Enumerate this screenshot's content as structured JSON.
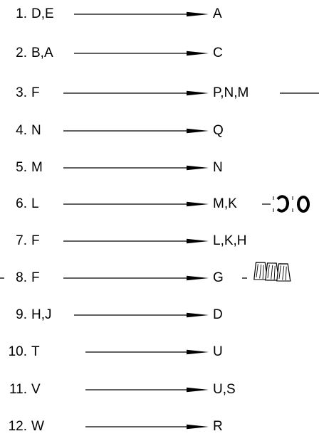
{
  "steps": [
    {
      "number": "1.",
      "inputs": "D,E",
      "outputs": "A"
    },
    {
      "number": "2.",
      "inputs": "B,A",
      "outputs": "C"
    },
    {
      "number": "3.",
      "inputs": "F",
      "outputs": "P,N,M"
    },
    {
      "number": "4.",
      "inputs": "N",
      "outputs": "Q"
    },
    {
      "number": "5.",
      "inputs": "M",
      "outputs": "N"
    },
    {
      "number": "6.",
      "inputs": "L",
      "outputs": "M,K"
    },
    {
      "number": "7.",
      "inputs": "F",
      "outputs": "L,K,H"
    },
    {
      "number": "8.",
      "inputs": "F",
      "outputs": "G"
    },
    {
      "number": "9.",
      "inputs": "H,J",
      "outputs": "D"
    },
    {
      "number": "10.",
      "inputs": "T",
      "outputs": "U"
    },
    {
      "number": "11.",
      "inputs": "V",
      "outputs": "U,S"
    },
    {
      "number": "12.",
      "inputs": "W",
      "outputs": "R"
    }
  ],
  "icons": {
    "hose_clamp": "hose-clamp-icon",
    "wire_nuts": "wire-nut-icon"
  }
}
